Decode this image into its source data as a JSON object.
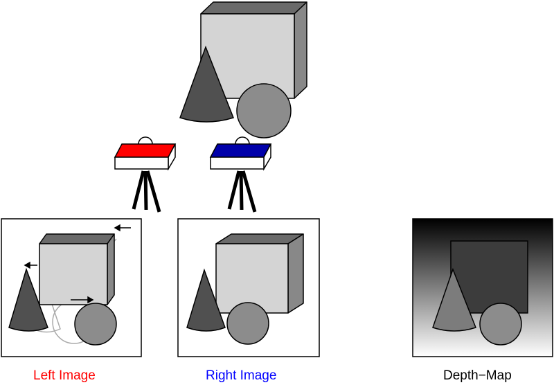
{
  "labels": {
    "left_image": "Left Image",
    "right_image": "Right Image",
    "depth_map": "Depth−Map"
  },
  "colors": {
    "left_camera": "#ff0000",
    "right_camera": "#0000ff",
    "left_label": "#ff0000",
    "right_label": "#0000ff",
    "depth_label": "#000000"
  }
}
